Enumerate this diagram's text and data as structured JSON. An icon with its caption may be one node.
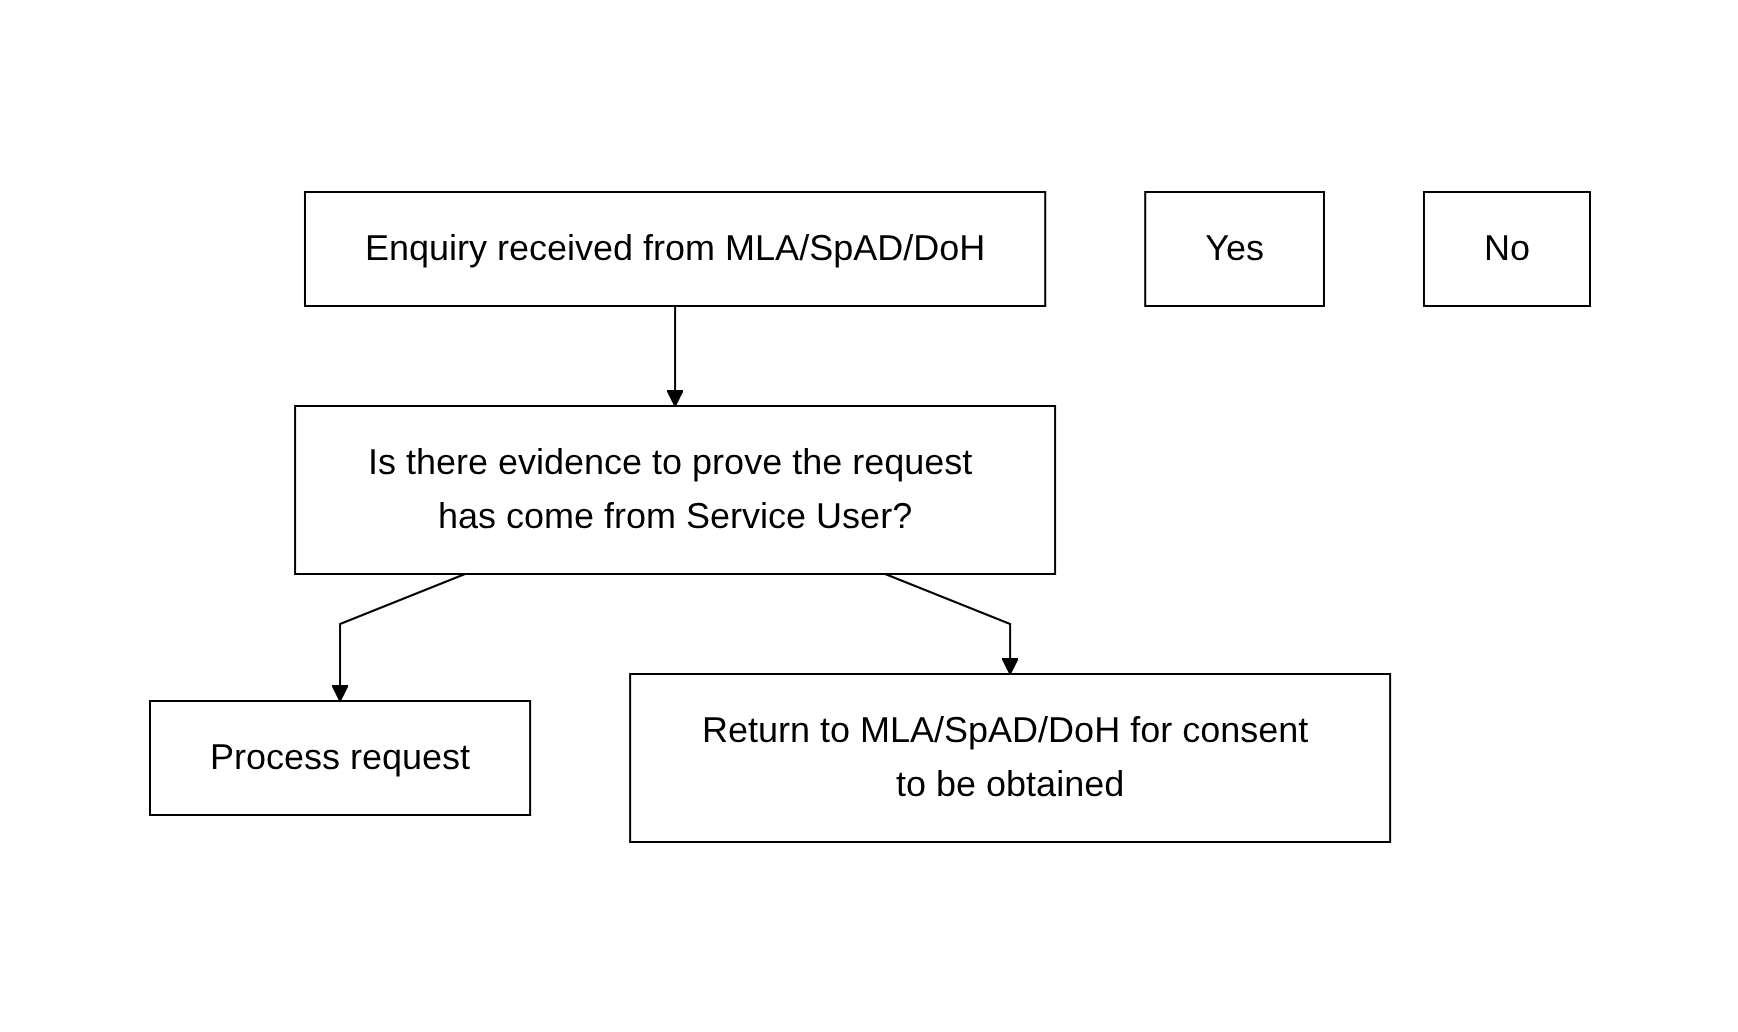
{
  "diagram": {
    "nodes": [
      {
        "text": [
          "Enquiry received from MLA/SpAD/DoH"
        ]
      },
      {
        "text": [
          "Is there evidence to prove the request has come from Service User?"
        ]
      },
      {
        "text": [
          "Yes"
        ]
      },
      {
        "text": [
          "No"
        ]
      },
      {
        "text": [
          "Process request"
        ]
      },
      {
        "text": [
          "Return to MLA/SpAD/DoH for consent to be obtained"
        ]
      }
    ],
    "edges": [
      {
        "from": 0,
        "to": 1,
        "arrow": "to"
      },
      {
        "from": 1,
        "to": 4,
        "arrow": "to"
      },
      {
        "from": 1,
        "to": 5,
        "arrow": "to"
      }
    ]
  }
}
